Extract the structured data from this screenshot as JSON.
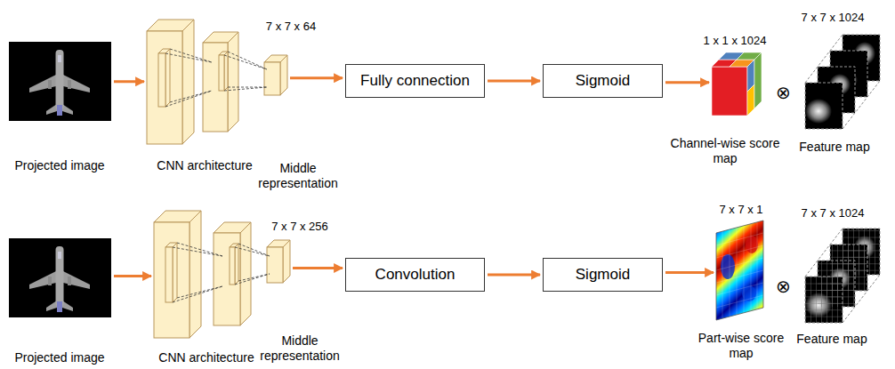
{
  "diagram": {
    "nodes": [
      {
        "text": [
          "Projected image"
        ]
      },
      {
        "text": [
          "CNN architecture"
        ]
      },
      {
        "text": [
          "7 x 7 x 64",
          "Middle representation"
        ]
      },
      {
        "text": [
          "Fully connection"
        ]
      },
      {
        "text": [
          "Sigmoid"
        ]
      },
      {
        "text": [
          "1 x 1 x 1024",
          "Channel-wise score map"
        ]
      },
      {
        "text": [
          "7 x 7 x 1024",
          "Feature map"
        ]
      },
      {
        "text": [
          "Projected image"
        ]
      },
      {
        "text": [
          "CNN architecture"
        ]
      },
      {
        "text": [
          "7 x 7 x 256",
          "Middle representation"
        ]
      },
      {
        "text": [
          "Convolution"
        ]
      },
      {
        "text": [
          "Sigmoid"
        ]
      },
      {
        "text": [
          "7 x 7 x 1",
          "Part-wise score map"
        ]
      },
      {
        "text": [
          "7 x 7 x 1024",
          "Feature map"
        ]
      }
    ],
    "edges": [
      {
        "from": 0,
        "to": 1,
        "arrow": "to"
      },
      {
        "from": 2,
        "to": 3,
        "arrow": "to"
      },
      {
        "from": 3,
        "to": 4,
        "arrow": "to"
      },
      {
        "from": 4,
        "to": 5,
        "arrow": "to"
      },
      {
        "from": 7,
        "to": 8,
        "arrow": "to"
      },
      {
        "from": 9,
        "to": 10,
        "arrow": "to"
      },
      {
        "from": 10,
        "to": 11,
        "arrow": "to"
      },
      {
        "from": 11,
        "to": 12,
        "arrow": "to"
      }
    ],
    "labels": [
      "⊗",
      "⊗"
    ]
  }
}
